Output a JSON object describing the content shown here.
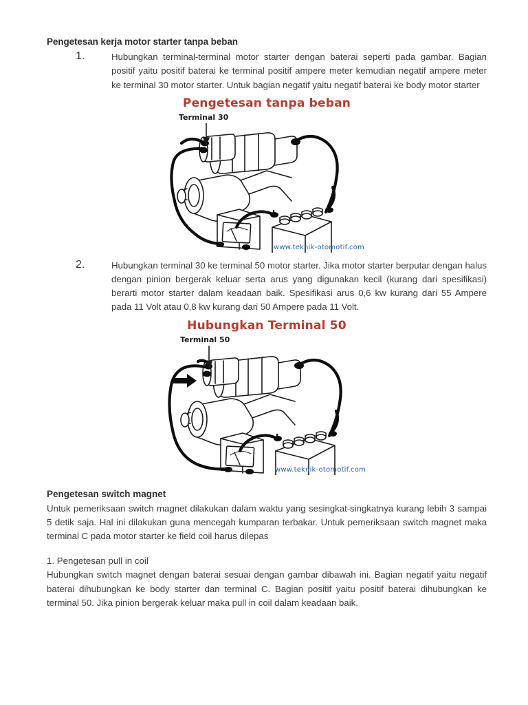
{
  "document": {
    "heading_1": "Pengetesan kerja motor starter tanpa beban",
    "item_1_number": "1.",
    "item_1_text": "Hubungkan terminal-terminal motor starter dengan baterai seperti pada gambar. Bagian positif yaitu positif baterai ke terminal positif ampere meter kemudian negatif ampere meter ke terminal 30 motor starter. Untuk bagian negatif yaitu negatif baterai ke body motor starter",
    "item_2_number": "2.",
    "item_2_text": "Hubungkan terminal 30 ke terminal 50 motor starter. Jika motor starter berputar dengan halus dengan pinion bergerak keluar serta arus yang digunakan kecil (kurang dari spesifikasi) berarti motor starter dalam keadaan baik. Spesifikasi arus 0,6 kw kurang dari 55 Ampere pada 11 Volt atau 0,8 kw kurang dari 50 Ampere pada 11 Volt.",
    "heading_2": "Pengetesan switch magnet",
    "para_switch_magnet": "Untuk pemeriksaan switch magnet dilakukan dalam waktu yang sesingkat-singkatnya kurang lebih 3 sampai 5 detik saja. Hal ini dilakukan guna mencegah kumparan terbakar. Untuk pemeriksaan switch magnet maka terminal C pada motor starter ke field coil harus dilepas",
    "subheading_pull_in_coil": "1. Pengetesan pull in coil",
    "para_pull_in_coil": "Hubungkan switch magnet dengan baterai sesuai dengan gambar dibawah ini. Bagian negatif yaitu negatif baterai dihubungkan ke body starter dan terminal C. Bagian positif yaitu positif baterai dihubungkan ke terminal 50. Jika pinion bergerak keluar maka pull in coil dalam keadaan baik."
  },
  "figures": [
    {
      "title": "Pengetesan tanpa beban",
      "callout_label": "Terminal 30",
      "watermark": "www.teknik-otomotif.com",
      "alt": "Diagram motor starter dihubungkan ke baterai melalui ampere meter, dengan penunjuk ke Terminal 30"
    },
    {
      "title": "Hubungkan Terminal 50",
      "callout_label": "Terminal 50",
      "watermark": "www.teknik-otomotif.com",
      "alt": "Diagram motor starter dengan terminal 30 dihubungkan ke terminal 50, panah menunjuk ke Terminal 50"
    }
  ],
  "colors": {
    "figure_title": "#bc3a2c",
    "watermark": "#2b5fb5",
    "body_text": "#3d3d3d",
    "heading_text": "#2f2f2f",
    "page_background": "#ffffff"
  }
}
